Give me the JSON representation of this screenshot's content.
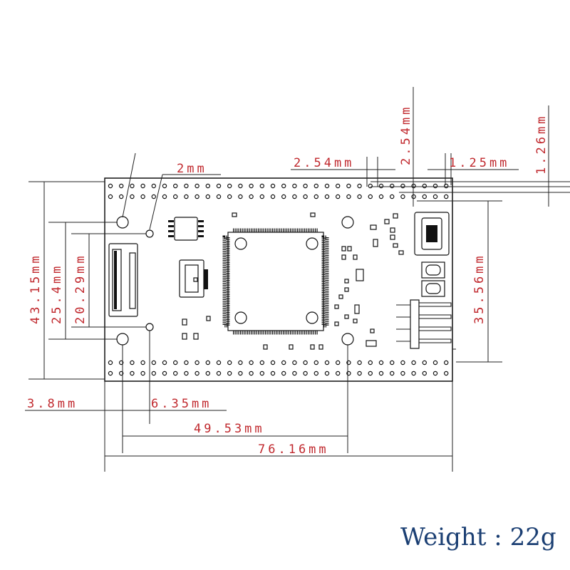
{
  "dimensions": {
    "d_2mm": "2mm",
    "d_2_54mm_h": "2.54mm",
    "d_2_54mm_v": "2.54mm",
    "d_1_25mm": "1.25mm",
    "d_1_26mm": "1.26mm",
    "d_43_15mm": "43.15mm",
    "d_25_4mm": "25.4mm",
    "d_20_29mm": "20.29mm",
    "d_35_56mm": "35.56mm",
    "d_3_8mm": "3.8mm",
    "d_6_35mm": "6.35mm",
    "d_49_53mm": "49.53mm",
    "d_76_16mm": "76.16mm"
  },
  "weight_label": "Weight : 22g",
  "colors": {
    "dimension_text": "#c0282d",
    "weight_text": "#1b3f73",
    "board_outline": "#111111"
  }
}
